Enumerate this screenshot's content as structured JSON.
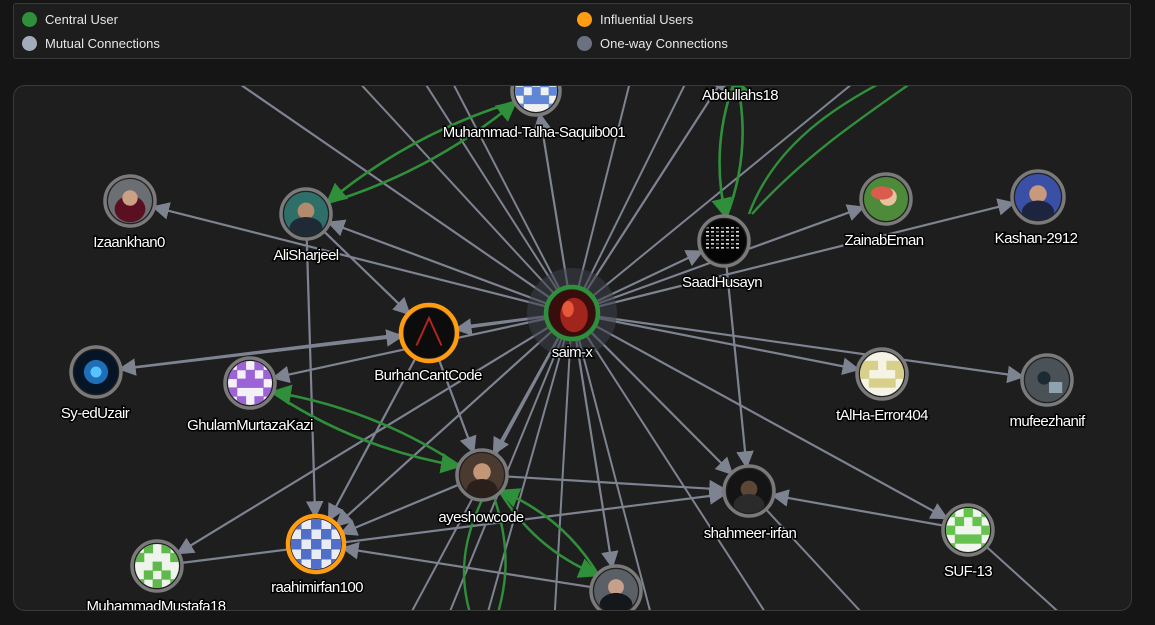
{
  "legend": {
    "items": [
      {
        "label": "Central User",
        "color": "#2f8f3a"
      },
      {
        "label": "Influential Users",
        "color": "#ff9c12"
      },
      {
        "label": "Mutual Connections",
        "color": "#a3acbd"
      },
      {
        "label": "One-way Connections",
        "color": "#6b7180"
      }
    ]
  },
  "colors": {
    "edge_one_way": "#7d8391",
    "edge_mutual": "#2f8f3a",
    "ring_default": "#7a7a7a",
    "ring_central": "#2f8f3a",
    "ring_influential": "#ff9c12"
  },
  "graph": {
    "nodes": [
      {
        "id": "saim",
        "label": "saim-x",
        "kind": "central",
        "avatar": "photo-red"
      },
      {
        "id": "talha",
        "label": "Muhammad-Talha-Saquib001",
        "kind": "normal",
        "avatar": "identicon-blue"
      },
      {
        "id": "abdullah",
        "label": "Abdullahs18",
        "kind": "normal",
        "avatar": "none"
      },
      {
        "id": "topleft",
        "label": "",
        "kind": "normal",
        "avatar": "none"
      },
      {
        "id": "izaan",
        "label": "Izaankhan0",
        "kind": "normal",
        "avatar": "photo-maroon"
      },
      {
        "id": "alisharjeel",
        "label": "AliSharjeel",
        "kind": "normal",
        "avatar": "photo-teal"
      },
      {
        "id": "saad",
        "label": "SaadHusayn",
        "kind": "normal",
        "avatar": "photo-matrix"
      },
      {
        "id": "zainab",
        "label": "ZainabEman",
        "kind": "normal",
        "avatar": "photo-green"
      },
      {
        "id": "kashan",
        "label": "Kashan-2912",
        "kind": "normal",
        "avatar": "photo-blue"
      },
      {
        "id": "burhan",
        "label": "BurhanCantCode",
        "kind": "influential",
        "avatar": "photo-dark"
      },
      {
        "id": "syed",
        "label": "Sy-edUzair",
        "kind": "normal",
        "avatar": "photo-cyan"
      },
      {
        "id": "ghulam",
        "label": "GhulamMurtazaKazi",
        "kind": "normal",
        "avatar": "identicon-purple"
      },
      {
        "id": "alha",
        "label": "tAlHa-Error404",
        "kind": "normal",
        "avatar": "identicon-yellow"
      },
      {
        "id": "mufeez",
        "label": "mufeezhanif",
        "kind": "normal",
        "avatar": "photo-gray"
      },
      {
        "id": "ayesho",
        "label": "ayeshowcode",
        "kind": "normal",
        "avatar": "photo-brown"
      },
      {
        "id": "shahmeer",
        "label": "shahmeer-irfan",
        "kind": "normal",
        "avatar": "photo-night"
      },
      {
        "id": "raahim",
        "label": "raahimirfan100",
        "kind": "influential",
        "avatar": "identicon-blue2"
      },
      {
        "id": "suf",
        "label": "SUF-13",
        "kind": "normal",
        "avatar": "identicon-green"
      },
      {
        "id": "mustafa",
        "label": "MuhammadMustafa18",
        "kind": "normal",
        "avatar": "identicon-green2"
      },
      {
        "id": "bottommid",
        "label": "",
        "kind": "normal",
        "avatar": "photo-suit"
      }
    ],
    "one_way_edges": [
      [
        "saim",
        "topleft"
      ],
      [
        "saim",
        "talha"
      ],
      [
        "saim",
        "abdullah"
      ],
      [
        "saim",
        "izaan"
      ],
      [
        "saim",
        "alisharjeel"
      ],
      [
        "saim",
        "saad"
      ],
      [
        "saim",
        "zainab"
      ],
      [
        "saim",
        "kashan"
      ],
      [
        "saim",
        "burhan"
      ],
      [
        "saim",
        "syed"
      ],
      [
        "saim",
        "ghulam"
      ],
      [
        "saim",
        "alha"
      ],
      [
        "saim",
        "mufeez"
      ],
      [
        "saim",
        "ayesho"
      ],
      [
        "saim",
        "shahmeer"
      ],
      [
        "saim",
        "raahim"
      ],
      [
        "saim",
        "suf"
      ],
      [
        "saim",
        "mustafa"
      ],
      [
        "saim",
        "bottommid"
      ],
      [
        "saad",
        "shahmeer"
      ],
      [
        "suf",
        "shahmeer"
      ],
      [
        "burhan",
        "raahim"
      ],
      [
        "burhan",
        "ayesho"
      ],
      [
        "alisharjeel",
        "raahim"
      ],
      [
        "alisharjeel",
        "burhan"
      ],
      [
        "ayesho",
        "raahim"
      ],
      [
        "bottommid",
        "raahim"
      ],
      [
        "ayesho",
        "shahmeer"
      ],
      [
        "mustafa",
        "shahmeer"
      ],
      [
        "syed",
        "burhan"
      ]
    ],
    "mutual_edges": [
      [
        "alisharjeel",
        "talha"
      ],
      [
        "talha",
        "alisharjeel"
      ],
      [
        "abdullah",
        "saad"
      ],
      [
        "saad",
        "abdullah"
      ],
      [
        "ghulam",
        "ayesho"
      ],
      [
        "ayesho",
        "ghulam"
      ],
      [
        "ayesho",
        "bottommid"
      ],
      [
        "bottommid",
        "ayesho"
      ]
    ]
  }
}
